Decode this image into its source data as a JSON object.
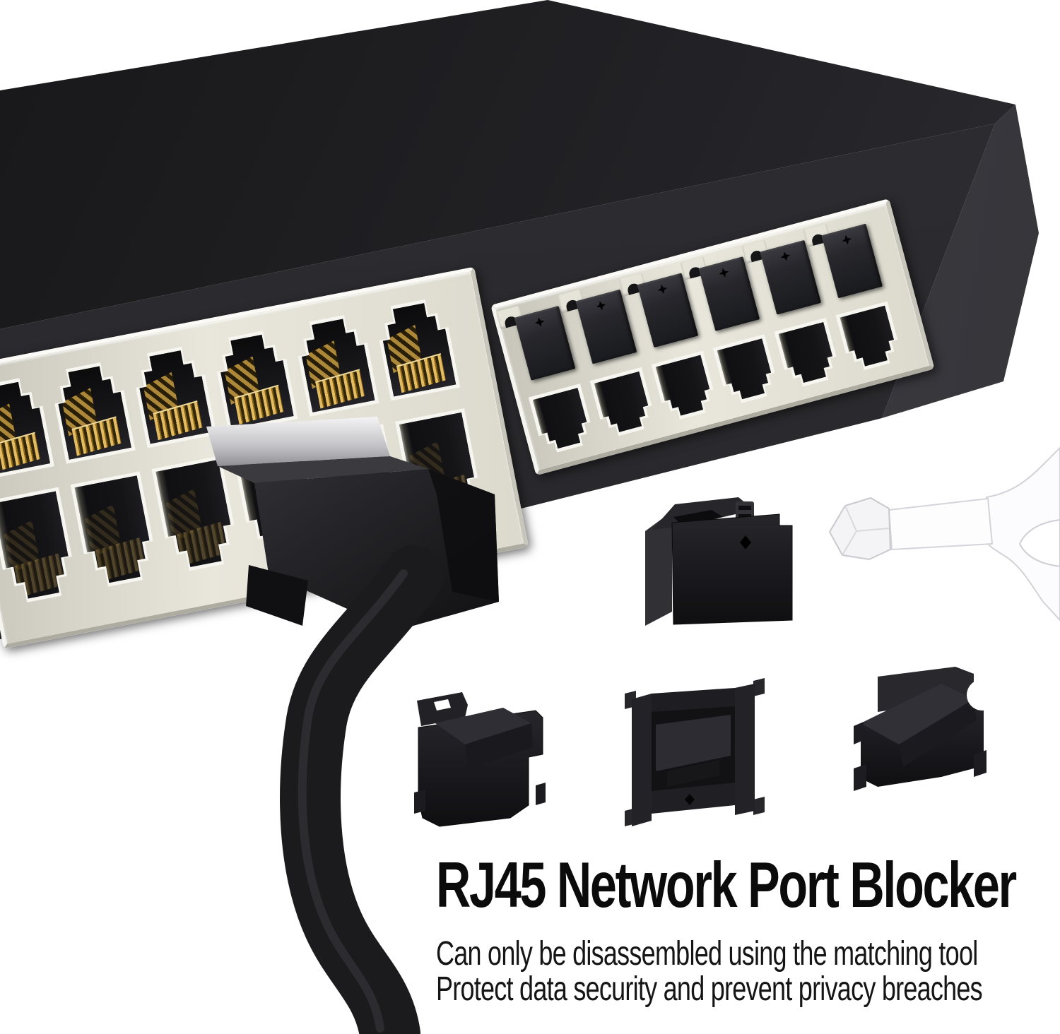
{
  "page": {
    "background_color": "#ffffff"
  },
  "title": {
    "text": "RJ45 Network Port Blocker",
    "color": "#0b0b0b"
  },
  "subtitle": {
    "line1": "Can only be disassembled using the matching tool",
    "line2": "Protect data security and prevent privacy breaches",
    "color": "#151515"
  },
  "device": {
    "kind": "network switch front panel",
    "top_color": "#222226",
    "front_color": "#2b2b2f",
    "side_color": "#3e3e43",
    "panel_color": "#dfddd2",
    "port_cavity_color": "#131315",
    "pin_gold_color": "#cfa44c",
    "banks": [
      {
        "name": "left-port-bank",
        "columns": 6,
        "rows": 2,
        "top_row": "open RJ45 ports with gold pins",
        "bottom_row": "open RJ45 ports, one with ethernet cable plugged in"
      },
      {
        "name": "right-port-bank",
        "columns": 6,
        "rows": 2,
        "top_row": "ports sealed with black port blockers",
        "bottom_row": "open RJ45 ports"
      }
    ]
  },
  "accessories": {
    "installed_blockers": 6,
    "loose_blockers": 4,
    "blocker_color": "#1c1c20",
    "cable_color": "#1a1a1d",
    "tool_color": "#fbfbfd"
  }
}
